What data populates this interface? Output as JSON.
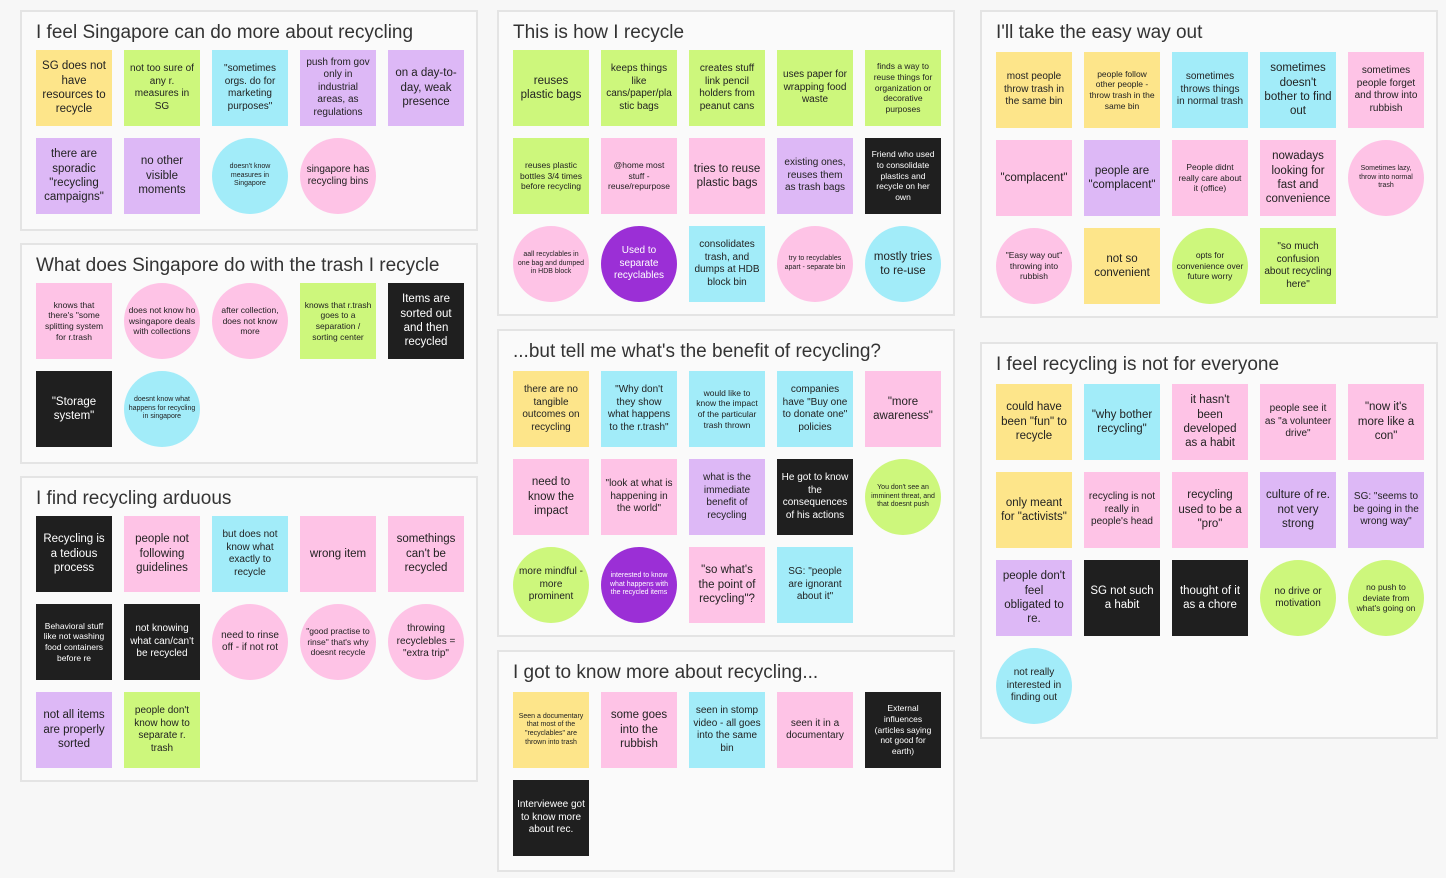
{
  "frames": {
    "f1": {
      "title": "I feel Singapore can do more about recycling",
      "notes": [
        "SG does not have resources to recycle",
        "not too sure of any r. measures in SG",
        "\"sometimes orgs. do for marketing purposes\"",
        "push from gov only in industrial areas, as regulations",
        "on a day-to-day, weak presence",
        "there are sporadic \"recycling campaigns\"",
        "no other visible moments",
        "doesn't know measures in Singapore",
        "singapore has recycling bins"
      ]
    },
    "f2": {
      "title": "What does Singapore do with the trash I recycle",
      "notes": [
        "knows that there's \"some splitting system for r.trash",
        "does not know ho wsingapore deals with collections",
        "after collection, does not know more",
        "knows that r.trash goes to a separation / sorting center",
        "Items are sorted out and then recycled",
        "\"Storage system\"",
        "doesnt know what happens for recycling in singapore"
      ]
    },
    "f3": {
      "title": "I find recycling arduous",
      "notes": [
        "Recycling is a tedious process",
        "people not following guidelines",
        "but does not know what exactly to recycle",
        "wrong item",
        "somethings can't be recycled",
        "Behavioral stuff like not washing food containers before re",
        "not knowing what can/can't be recycled",
        "need to rinse off - if not rot",
        "\"good practise to rinse\" that's why doesnt recycle",
        "throwing recyclebles = \"extra trip\"",
        "not all items are properly sorted",
        "people don't know how to separate r. trash"
      ]
    },
    "f4": {
      "title": "This is how I recycle",
      "notes": [
        "reuses plastic bags",
        "keeps things like cans/paper/plastic bags",
        "creates stuff link pencil holders from peanut cans",
        "uses paper for wrapping food waste",
        "finds a way to reuse things for organization or decorative purposes",
        "reuses plastic bottles 3/4 times before recycling",
        "@home most stuff - reuse/repurpose",
        "tries to reuse plastic bags",
        "existing ones, reuses them as trash bags",
        "Friend who used to consolidate plastics and recycle on her own",
        "aall recyclables in one bag and dumped in HDB block",
        "Used to separate recyclables",
        "consolidates trash, and dumps at HDB block bin",
        "try to recyclables apart - separate bin",
        "mostly tries to re-use"
      ]
    },
    "f5": {
      "title": "...but tell me what's the benefit of recycling?",
      "notes": [
        "there are no tangible outcomes on recycling",
        "\"Why don't they show what happens to the r.trash\"",
        "would like to know the impact of the particular trash thrown",
        "companies have \"Buy one to donate one\" policies",
        "\"more awareness\"",
        "need to know the impact",
        "\"look at what is happening in the world\"",
        "what is the immediate benefit of recycling",
        "He got to know the consequences of his actions",
        "You don't see an imminent threat, and that doesnt push",
        "more mindful - more prominent",
        "interested to know what happens with the recycled items",
        "\"so what's the point of recycling\"?",
        "SG: \"people are ignorant about it\""
      ]
    },
    "f6": {
      "title": "I got to know more about recycling...",
      "notes": [
        "Seen a documentary that most of the \"recyclables\" are thrown into trash",
        "some goes into the rubbish",
        "seen in stomp video - all goes into the same bin",
        "seen it in a documentary",
        "External influences (articles saying not good for earth)",
        "Interviewee got to know more about rec."
      ]
    },
    "f7": {
      "title": "I'll take the easy way out",
      "notes": [
        "most people throw trash in the same bin",
        "people follow other people - throw trash in the same bin",
        "sometimes throws things in normal trash",
        "sometimes doesn't bother to find out",
        "sometimes people forget and throw into rubbish",
        "\"complacent\"",
        "people are \"complacent\"",
        "People didnt really care about it (office)",
        "nowadays looking for fast and convenience",
        "Sometimes lazy, throw into normal trash",
        "\"Easy way out\" throwing into rubbish",
        "not so convenient",
        "opts for convenience over future worry",
        "\"so much confusion about recycling here\""
      ]
    },
    "f8": {
      "title": "I feel recycling is not for everyone",
      "notes": [
        "could have been \"fun\" to recycle",
        "\"why bother recycling\"",
        "it hasn't been developed as a habit",
        "people see it as \"a volunteer drive\"",
        "\"now it's more like a con\"",
        "only meant for \"activists\"",
        "recycling is not really in people's head",
        "recycling used to be a \"pro\"",
        "culture of re. not very strong",
        "SG: \"seems to be going in the wrong way\"",
        "people don't feel obligated to re.",
        "SG not such a habit",
        "thought of it as a chore",
        "no drive or motivation",
        "no push to deviate from what's going on",
        "not really interested in finding out"
      ]
    }
  },
  "colors": {
    "yellow": "#fde58a",
    "green": "#cdf77c",
    "cyan": "#a2ecf9",
    "lavender": "#ddb8f6",
    "pink": "#fec3e6",
    "black": "#1f1f1f",
    "purple": "#9b2fd6"
  }
}
